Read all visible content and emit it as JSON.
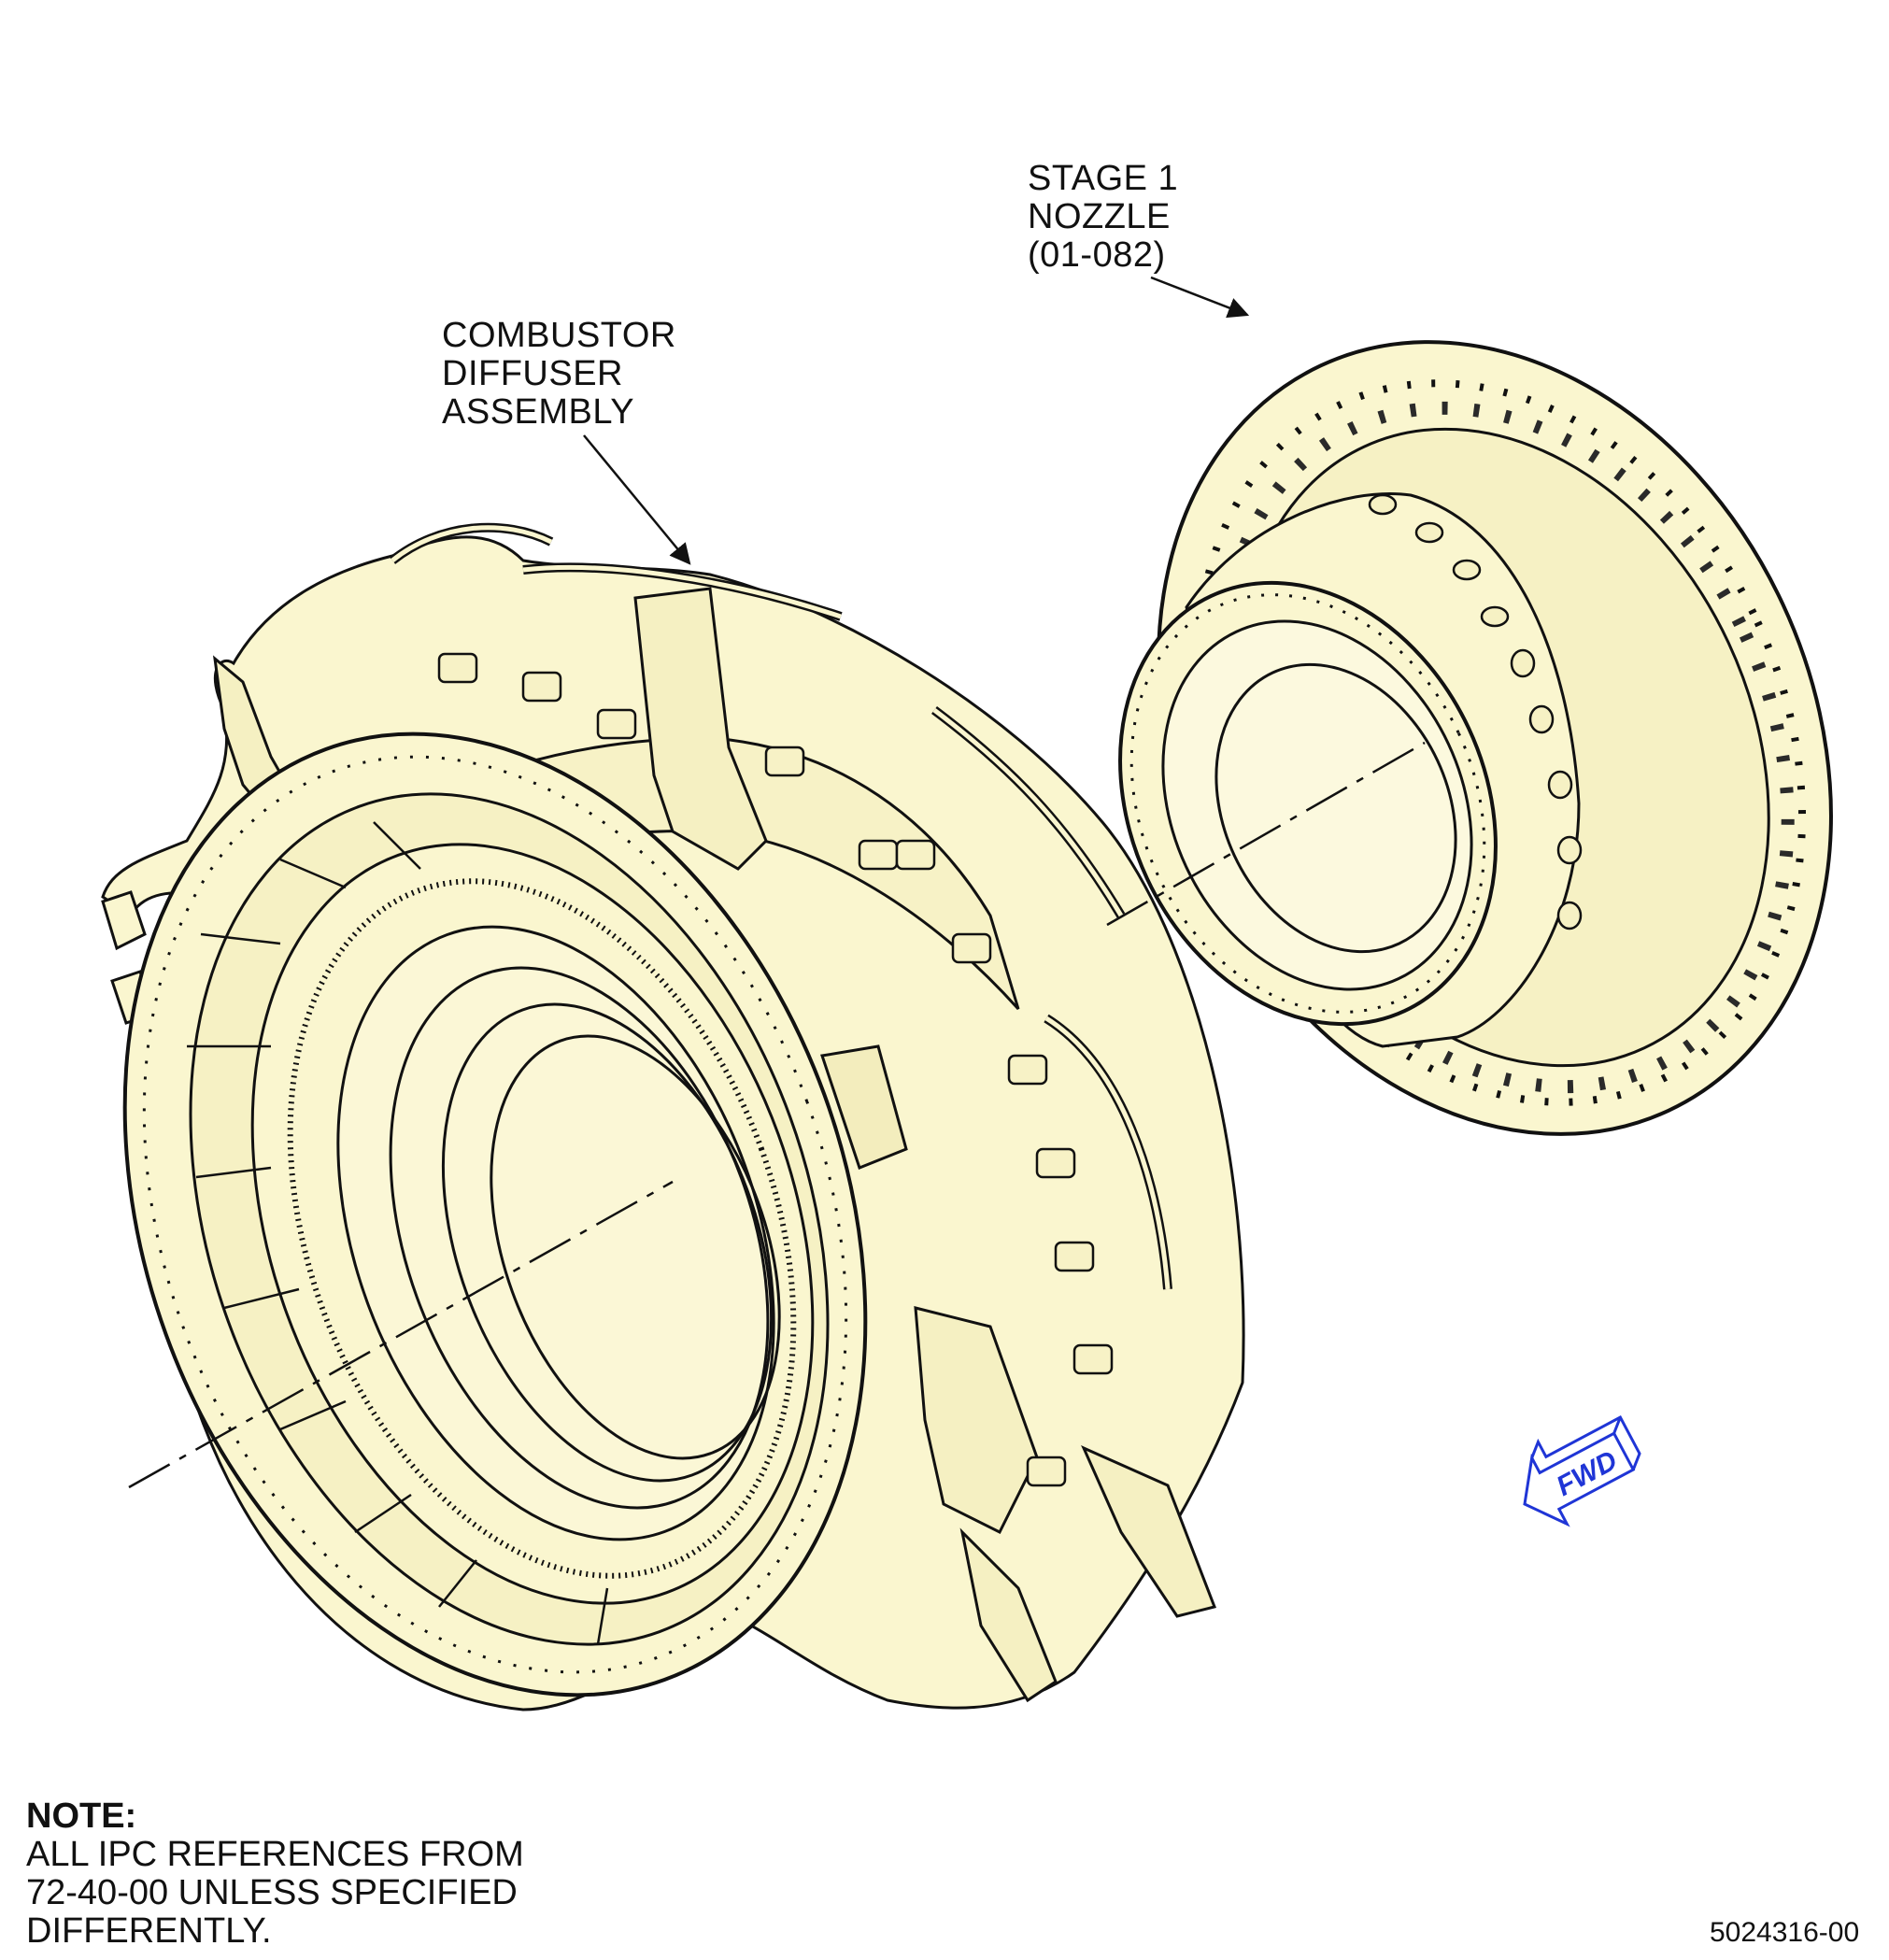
{
  "labels": {
    "stage1_nozzle": [
      "STAGE 1",
      "NOZZLE",
      "(01-082)"
    ],
    "combustor": [
      "COMBUSTOR",
      "DIFFUSER",
      "ASSEMBLY"
    ]
  },
  "note": {
    "title": "NOTE:",
    "lines": [
      "ALL IPC REFERENCES FROM",
      "72-40-00 UNLESS SPECIFIED",
      "DIFFERENTLY."
    ]
  },
  "fwd_indicator": "FWD",
  "figure_id": "5024316-00",
  "colors": {
    "part_fill": "#faf6cf",
    "line": "#111111",
    "fwd_arrow": "#1f35d6"
  }
}
